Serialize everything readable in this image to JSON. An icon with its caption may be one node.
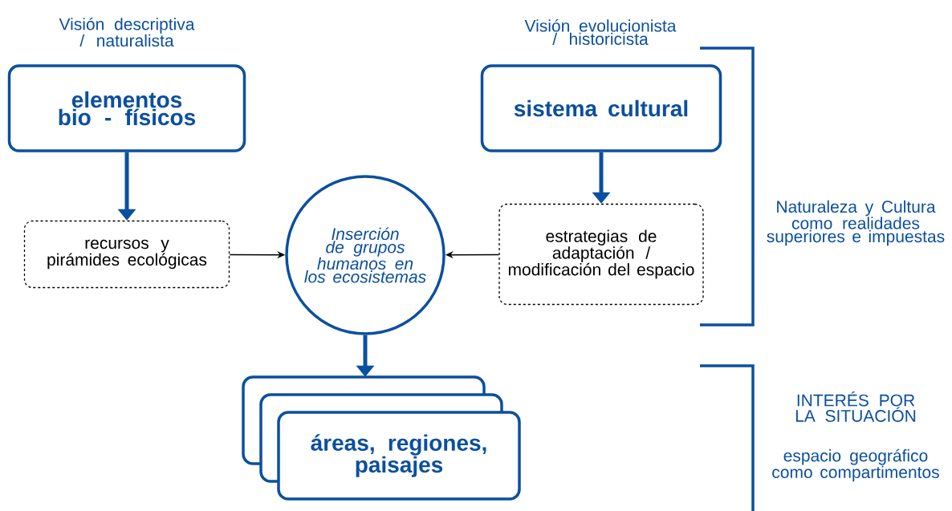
{
  "diagram": {
    "nodes": [
      {
        "text": [
          "elementos bio - físicos"
        ]
      },
      {
        "text": [
          "sistema cultural"
        ]
      },
      {
        "text": [
          "recursos y pirámides ecológicas"
        ]
      },
      {
        "text": [
          "Inserción de grupos humanos en los ecosistemas"
        ]
      },
      {
        "text": [
          "estrategias de adaptación / modificación del espacio"
        ]
      },
      {
        "text": [
          "áreas, regiones, paisajes"
        ]
      }
    ],
    "edges": [
      {
        "from": 0,
        "to": 2,
        "arrow": "to"
      },
      {
        "from": 1,
        "to": 4,
        "arrow": "to"
      },
      {
        "from": 2,
        "to": 3,
        "arrow": "to",
        "color": "#000000"
      },
      {
        "from": 4,
        "to": 3,
        "arrow": "to",
        "color": "#000000"
      },
      {
        "from": 3,
        "to": 5,
        "arrow": "to"
      }
    ],
    "labels": [
      "Visión descriptiva / naturalista",
      "Visión evolucionista / historicista",
      "Naturaleza y Cultura como realidades superiores e impuestas",
      "INTERÉS POR LA SITUACIÓN",
      "espacio geográfico como compartimentos"
    ]
  }
}
